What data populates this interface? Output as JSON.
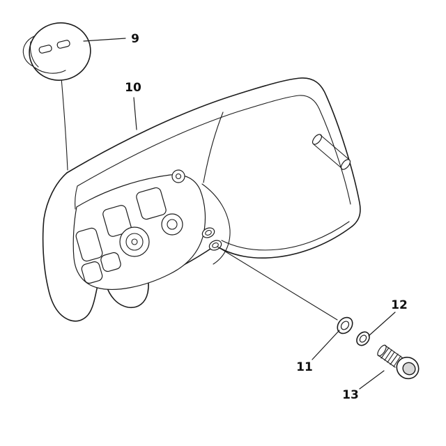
{
  "page": {
    "background_color": "#ffffff",
    "line_color": "#1c1c1c"
  },
  "callouts": {
    "part9": {
      "label": "9"
    },
    "part10": {
      "label": "10"
    },
    "part11": {
      "label": "11"
    },
    "part12": {
      "label": "12"
    },
    "part13": {
      "label": "13"
    }
  }
}
